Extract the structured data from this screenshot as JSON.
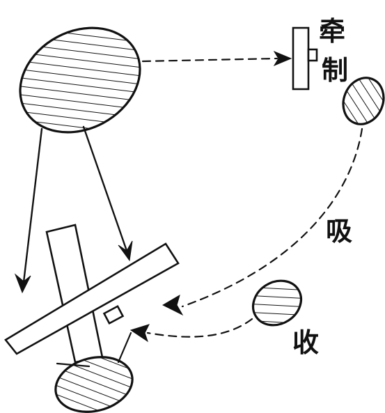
{
  "labels": {
    "qian": "牵",
    "zhi": "制",
    "xi": "吸",
    "shou": "收"
  }
}
